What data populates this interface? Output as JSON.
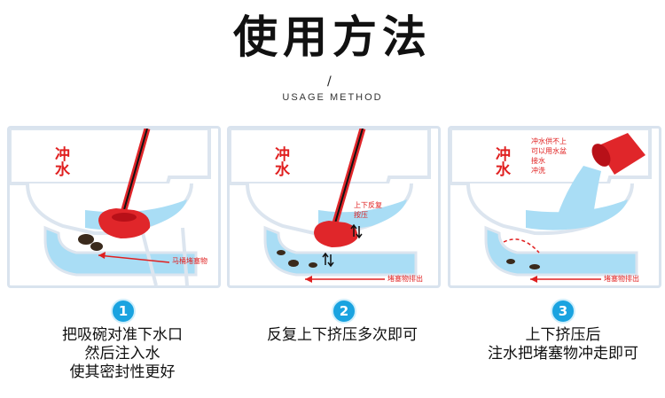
{
  "title": "使用方法",
  "divider": "/",
  "subtitle": "USAGE METHOD",
  "steps": [
    {
      "number": "1",
      "flush_label": "冲水",
      "callouts": [
        "马桶堵塞物"
      ],
      "caption_lines": [
        "把吸碗对准下水口",
        "然后注入水",
        "使其密封性更好"
      ]
    },
    {
      "number": "2",
      "flush_label": "冲水",
      "callouts": [
        "上下反复",
        "按压",
        "堵塞物排出"
      ],
      "caption_lines": [
        "反复上下挤压多次即可"
      ]
    },
    {
      "number": "3",
      "flush_label": "冲水",
      "callouts": [
        "冲水供不上",
        "可以用水盆",
        "接水",
        "冲洗",
        "堵塞物排出"
      ],
      "caption_lines": [
        "上下挤压后",
        "注水把堵塞物冲走即可"
      ]
    }
  ],
  "colors": {
    "accent_blue": "#1aa3e0",
    "callout_red": "#e02020",
    "panel_border": "#d9e3ee",
    "water": "#a9ddf5"
  }
}
